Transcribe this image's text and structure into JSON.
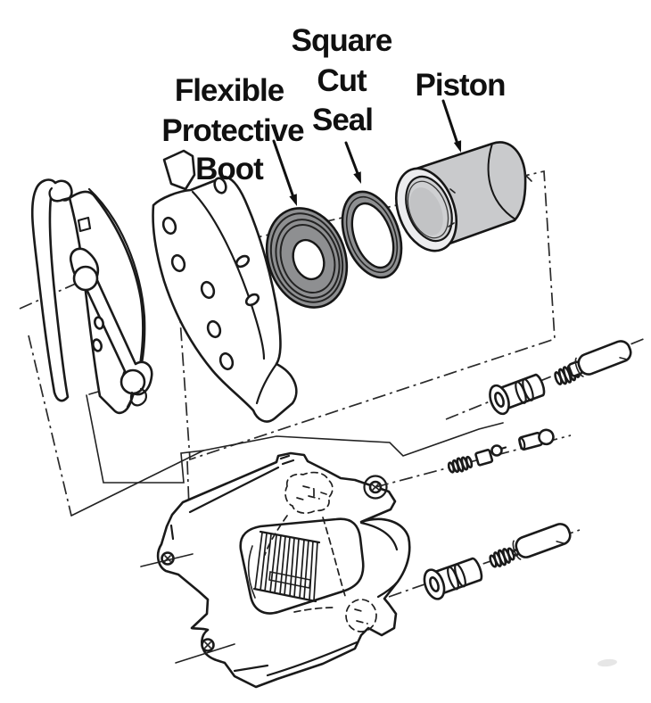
{
  "labels": {
    "square_cut_seal": {
      "line1": "Square",
      "line2": "Cut",
      "line3": "Seal"
    },
    "flexible_protective_boot": {
      "line1": "Flexible",
      "line2": "Protective",
      "line3": "Boot"
    },
    "piston": {
      "line1": "Piston"
    }
  },
  "colors": {
    "background": "#ffffff",
    "line": "#1a1a1a",
    "rubber_gray": "#8e8f91",
    "piston_body_gray": "#c9cacc",
    "piston_rim_gray": "#ececee"
  }
}
